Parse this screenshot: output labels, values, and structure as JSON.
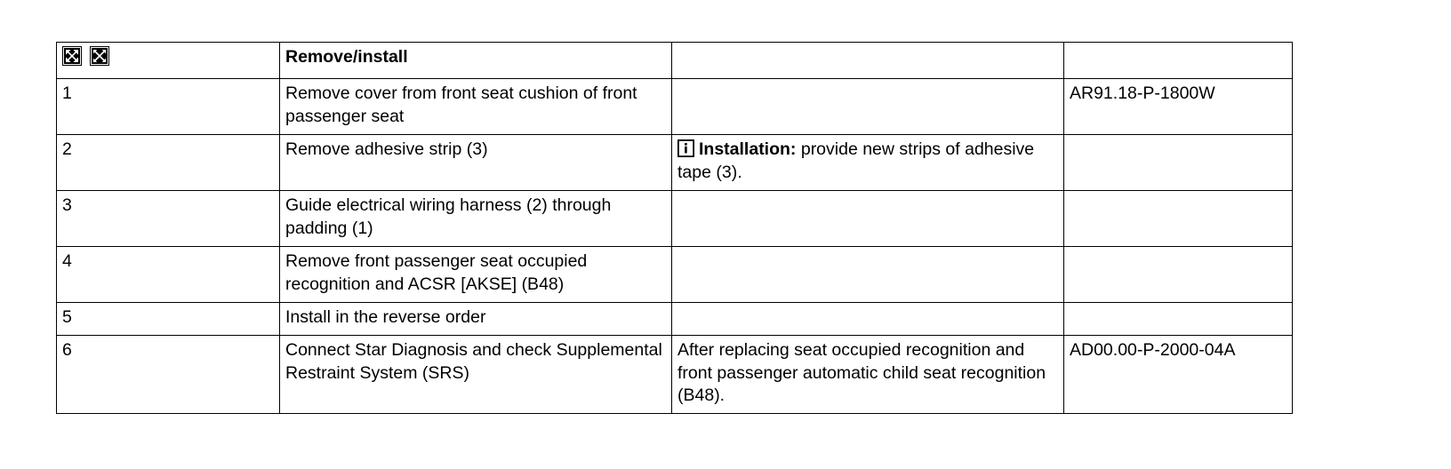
{
  "document": {
    "table": {
      "header": {
        "icons": [
          {
            "name": "expand-all-icon",
            "label": "Expand all"
          },
          {
            "name": "collapse-all-icon",
            "label": "Collapse all"
          }
        ],
        "columns": {
          "step": "",
          "task": "Remove/install",
          "note": "",
          "doc_ref": ""
        }
      },
      "rows": [
        {
          "step": "1",
          "task": "Remove cover from front seat cushion of front passenger seat",
          "note_prefix": "",
          "note": "",
          "doc_ref": "AR91.18-P-1800W",
          "has_info_icon": false
        },
        {
          "step": "2",
          "task": "Remove adhesive strip (3)",
          "note_prefix": "Installation:",
          "note": "provide new strips of adhesive tape (3).",
          "doc_ref": "",
          "has_info_icon": true
        },
        {
          "step": "3",
          "task": "Guide electrical wiring harness (2) through padding (1)",
          "note_prefix": "",
          "note": "",
          "doc_ref": "",
          "has_info_icon": false
        },
        {
          "step": "4",
          "task": "Remove front passenger seat occupied recognition and ACSR [AKSE] (B48)",
          "note_prefix": "",
          "note": "",
          "doc_ref": "",
          "has_info_icon": false
        },
        {
          "step": "5",
          "task": "Install in the reverse order",
          "note_prefix": "",
          "note": "",
          "doc_ref": "",
          "has_info_icon": false
        },
        {
          "step": "6",
          "task": "Connect Star Diagnosis and check Supplemental Restraint System (SRS)",
          "note_prefix": "",
          "note": "After replacing seat occupied recognition and front passenger automatic child seat recognition (B48).",
          "doc_ref": "AD00.00-P-2000-04A",
          "has_info_icon": false
        }
      ]
    }
  },
  "colors": {
    "ink": "#000000",
    "paper": "#ffffff",
    "rule": "#000000"
  }
}
